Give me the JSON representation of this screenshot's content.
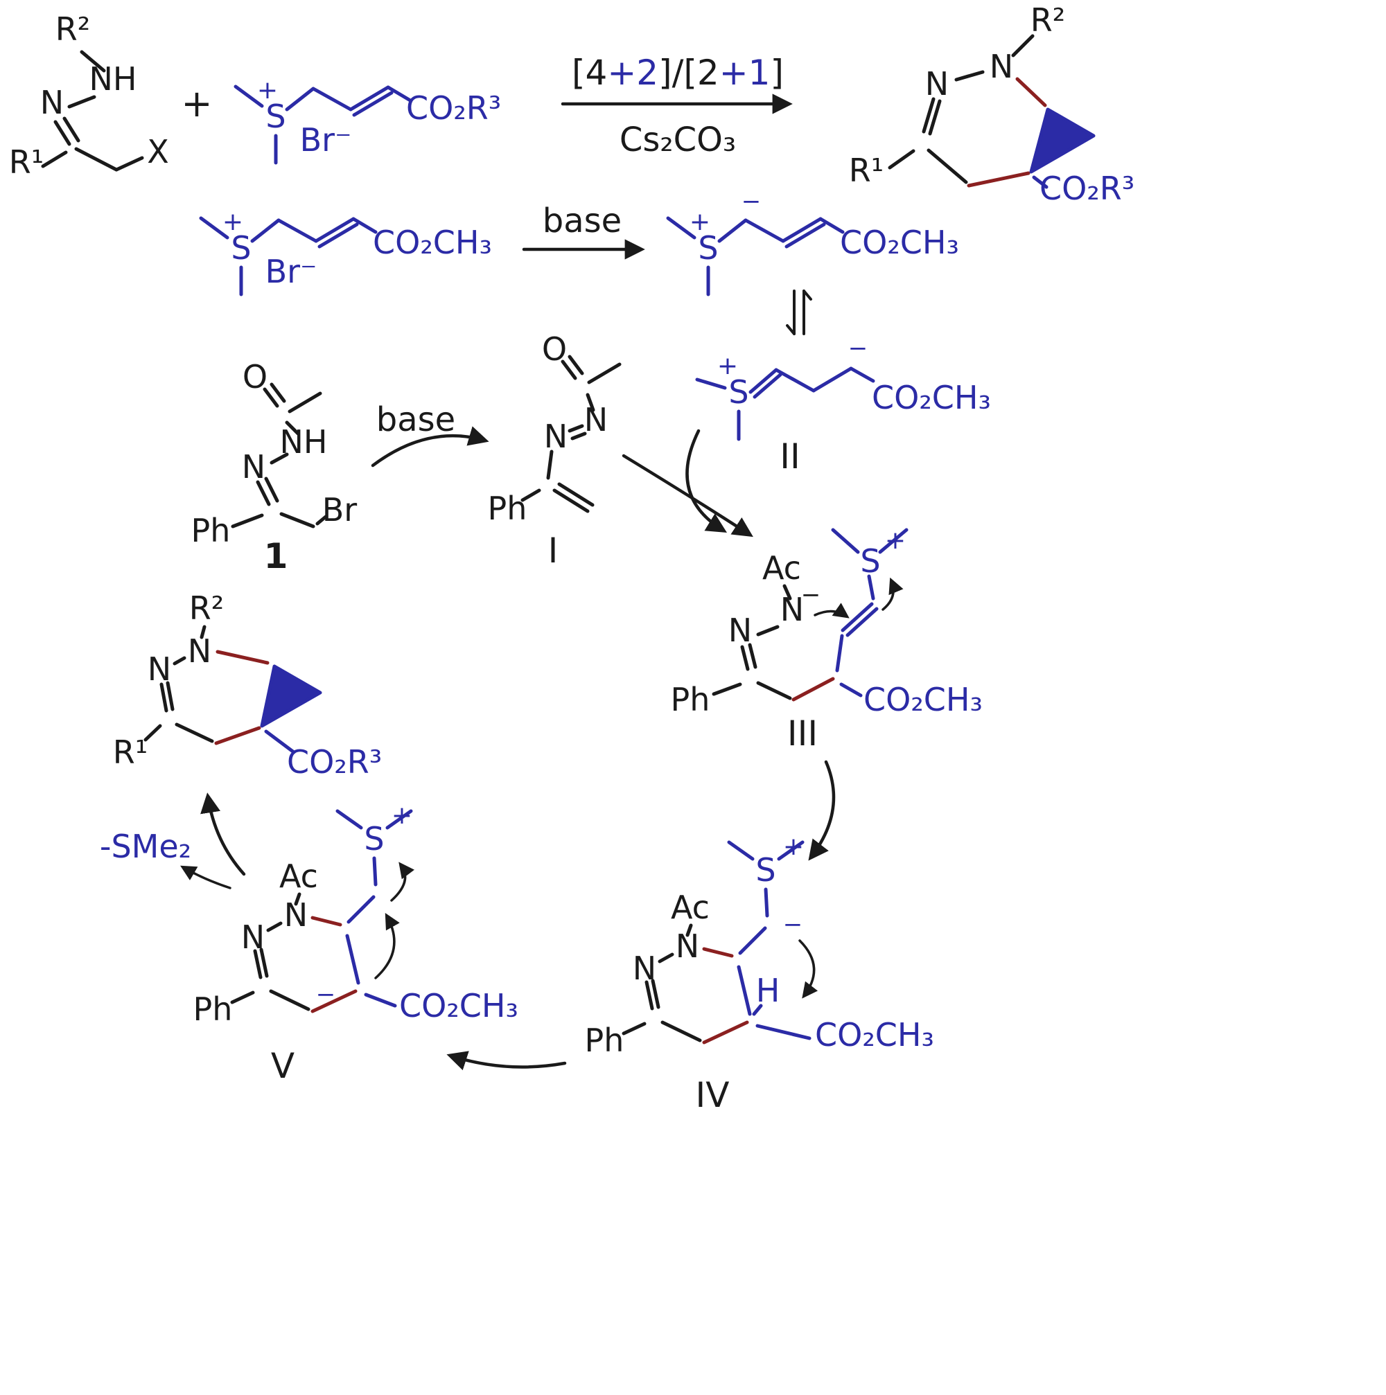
{
  "scheme": {
    "colors": {
      "black": "#1a1a1a",
      "blue": "#2b2ba6",
      "maroon": "#8b2020"
    },
    "charges": {
      "plus": "+",
      "minus": "−"
    },
    "atoms": {
      "n": "N",
      "nh": "NH",
      "o": "O",
      "s": "S",
      "h": "H",
      "x": "X",
      "ph": "Ph",
      "ac": "Ac",
      "br": "Br",
      "br_anion": "Br⁻",
      "r1": "R¹",
      "r2": "R²"
    },
    "groups": {
      "ester_r3": "CO₂R³",
      "ester_me": "CO₂CH₃",
      "cs2co3": "Cs₂CO₃",
      "sme2": "-SMe₂"
    },
    "labels": {
      "plus": "+",
      "base": "base",
      "cond_parts": [
        "[4",
        "+2",
        "]/[2",
        "+1",
        "]"
      ],
      "c1": "1",
      "i": "I",
      "ii": "II",
      "iii": "III",
      "iv": "IV",
      "v": "V"
    }
  }
}
